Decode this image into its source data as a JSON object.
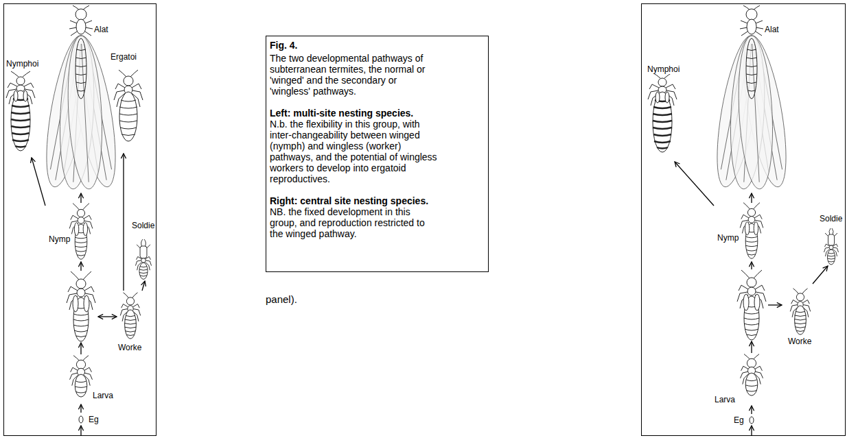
{
  "diagram": {
    "nodes": [
      {
        "text": [
          "Alat"
        ]
      },
      {
        "text": [
          "Nymphoi"
        ]
      },
      {
        "text": [
          "Ergatoi"
        ]
      },
      {
        "text": [
          "Nymp"
        ]
      },
      {
        "text": [
          "Worke"
        ]
      },
      {
        "text": [
          "Soldie"
        ]
      },
      {
        "text": [
          "Larva"
        ]
      },
      {
        "text": [
          "Eg"
        ]
      },
      {
        "text": [
          "Fig. 4.",
          "The two developmental pathways of subterranean termites, the normal or 'winged' and the secondary or 'wingless' pathways.",
          "Left: multi-site nesting species.",
          "N.b. the flexibility in this group, with inter-changeability between winged (nymph) and wingless (worker) pathways, and the potential of wingless workers to develop into ergatoid reproductives.",
          "Right: central site nesting species.",
          "NB. the fixed development in this group, and reproduction restricted to the winged pathway."
        ]
      },
      {
        "text": [
          "Alat"
        ]
      },
      {
        "text": [
          "Nymphoi"
        ]
      },
      {
        "text": [
          "Nymp"
        ]
      },
      {
        "text": [
          "Soldie"
        ]
      },
      {
        "text": [
          "Worke"
        ]
      },
      {
        "text": [
          "Larva"
        ]
      },
      {
        "text": [
          "Eg"
        ]
      }
    ],
    "edges": [
      {
        "from": 7,
        "to": 6,
        "arrow": "to"
      },
      {
        "from": 3,
        "to": 0,
        "arrow": "to"
      },
      {
        "from": 3,
        "to": 1,
        "arrow": "to"
      },
      {
        "from": 4,
        "to": 2,
        "arrow": "to"
      },
      {
        "from": 4,
        "to": 5,
        "arrow": "to"
      },
      {
        "from": 15,
        "to": 14,
        "arrow": "to"
      },
      {
        "from": 11,
        "to": 9,
        "arrow": "to"
      },
      {
        "from": 11,
        "to": 10,
        "arrow": "to"
      },
      {
        "from": 13,
        "to": 12,
        "arrow": "to"
      }
    ],
    "labels": [
      "panel)."
    ]
  }
}
